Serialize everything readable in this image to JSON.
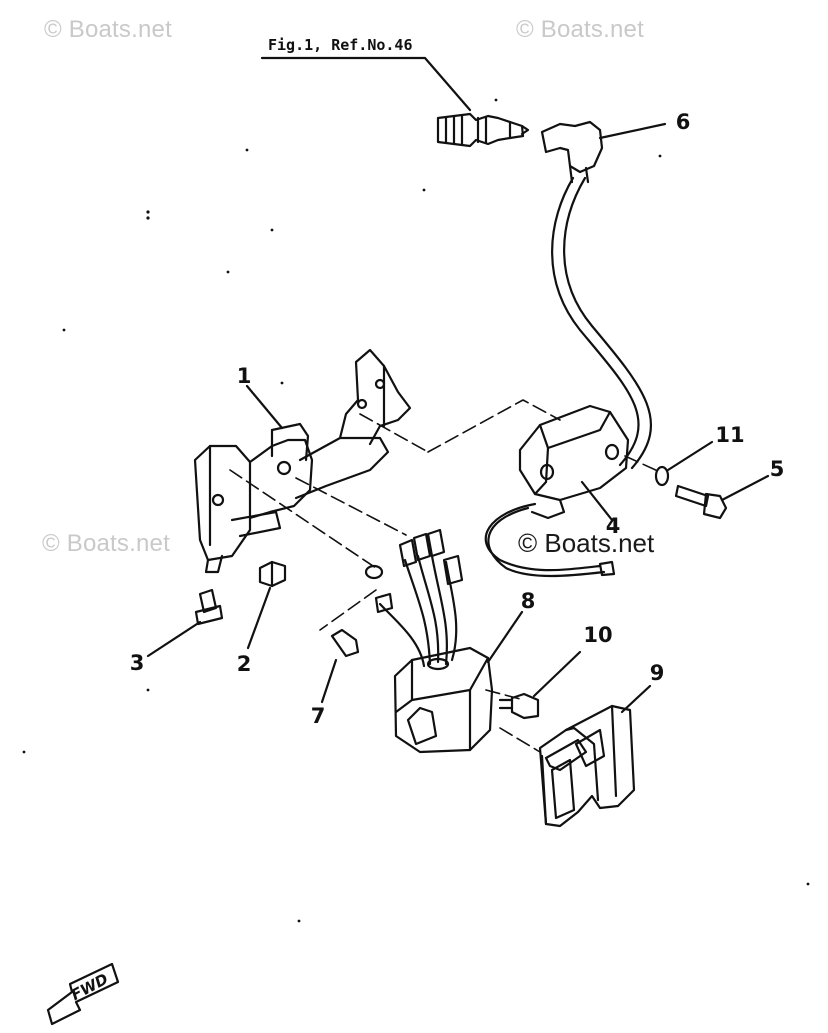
{
  "watermarks": [
    "© Boats.net",
    "© Boats.net",
    "© Boats.net",
    "© Boats.net"
  ],
  "figure_reference": "Fig.1, Ref.No.46",
  "part_callouts": [
    "1",
    "2",
    "3",
    "4",
    "5",
    "6",
    "7",
    "8",
    "9",
    "10",
    "11"
  ],
  "direction_label": "FWD",
  "colors": {
    "ink": "#111111",
    "watermark": "#c9c9c9",
    "background": "#ffffff"
  }
}
